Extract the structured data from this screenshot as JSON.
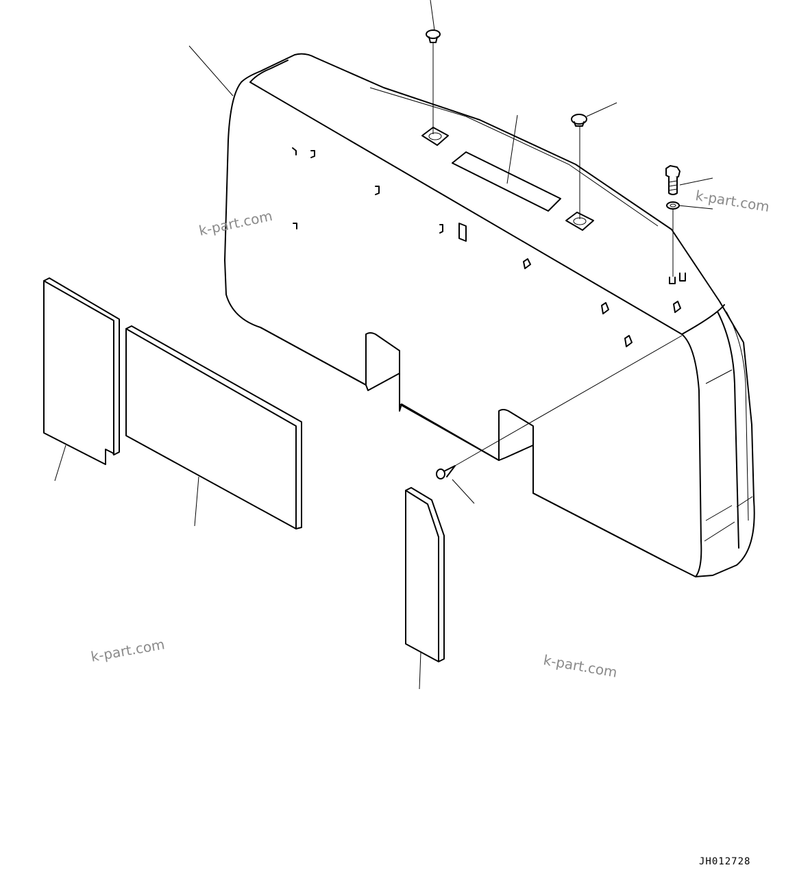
{
  "watermarks": [
    "k-part.com",
    "k-part.com",
    "k-part.com",
    "k-part.com"
  ],
  "drawing_code": "JH012728",
  "colors": {
    "line": "#000000",
    "background": "#ffffff",
    "watermark": "#8a8a8a"
  }
}
